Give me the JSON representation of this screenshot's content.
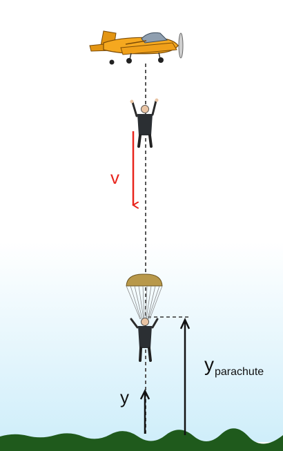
{
  "labels": {
    "velocity": "v",
    "height": "y",
    "parachute_height_main": "y",
    "parachute_height_sub": "parachute"
  },
  "colors": {
    "velocity_arrow": "#e8241c",
    "height_arrows": "#111111",
    "sky_bottom": "#cfeefa",
    "ground": "#1f5a1c",
    "airplane_body": "#f5a81f",
    "parachute_canopy": "#b8984a"
  },
  "icons": {
    "airplane": "airplane-icon",
    "freefall_jumper": "skydiver-icon",
    "parachute": "parachute-icon",
    "parachute_jumper": "skydiver-icon"
  }
}
